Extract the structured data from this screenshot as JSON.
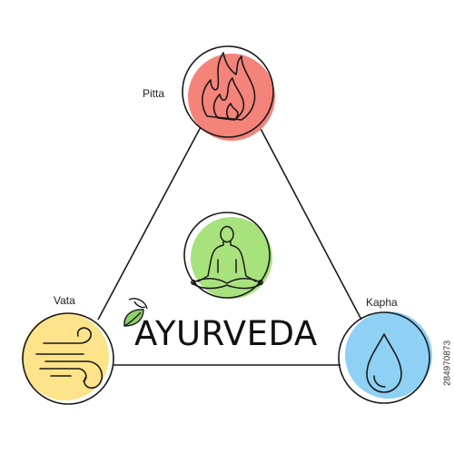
{
  "title": "AYURVEDA",
  "doshas": {
    "pitta": {
      "label": "Pitta",
      "icon": "flame-icon",
      "color": "#f4837a"
    },
    "vata": {
      "label": "Vata",
      "icon": "wind-icon",
      "color": "#fde38a"
    },
    "kapha": {
      "label": "Kapha",
      "icon": "water-drop-icon",
      "color": "#8fd0f5"
    }
  },
  "center": {
    "icon": "meditation-icon",
    "color": "#a8e27d"
  },
  "leaf_color": "#8ed36a",
  "stock_id": "284970873"
}
